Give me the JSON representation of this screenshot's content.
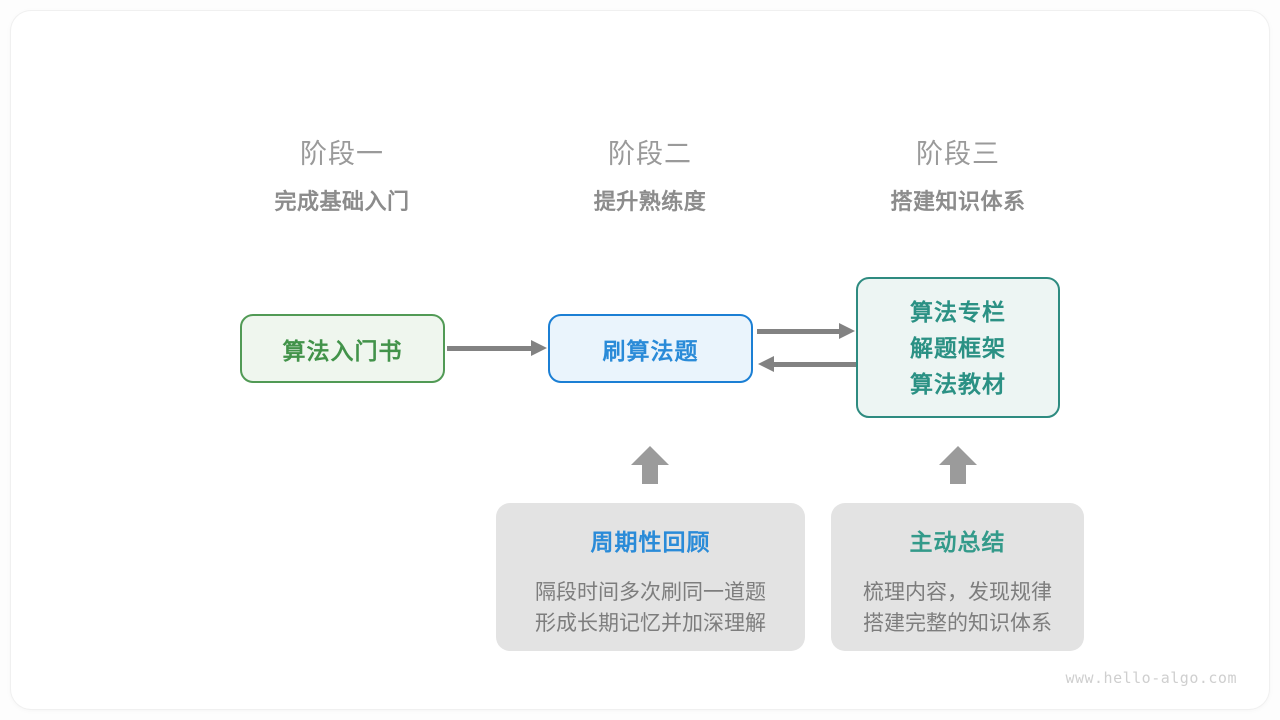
{
  "watermark": "www.hello-algo.com",
  "stages": [
    {
      "name": "阶段一",
      "goal": "完成基础入门"
    },
    {
      "name": "阶段二",
      "goal": "提升熟练度"
    },
    {
      "name": "阶段三",
      "goal": "搭建知识体系"
    }
  ],
  "nodes": {
    "book": {
      "label": "算法入门书",
      "accent": "#42934a",
      "fill": "#eff6ee",
      "border": "#519a55"
    },
    "practice": {
      "label": "刷算法题",
      "accent": "#2a8bd8",
      "fill": "#eaf4fc",
      "border": "#1b7fd4"
    },
    "resources": {
      "lines": [
        "算法专栏",
        "解题框架",
        "算法教材"
      ],
      "accent": "#2b9184",
      "fill": "#edf5f3",
      "border": "#2e8b80"
    }
  },
  "cards": [
    {
      "title": "周期性回顾",
      "title_color": "#2a8bd8",
      "desc_lines": [
        "隔段时间多次刷同一道题",
        "形成长期记忆并加深理解"
      ]
    },
    {
      "title": "主动总结",
      "title_color": "#339a8a",
      "desc_lines": [
        "梳理内容，发现规律",
        "搭建完整的知识体系"
      ]
    }
  ],
  "arrows": {
    "book_to_practice": "arrow-right",
    "practice_to_resources": "arrow-right",
    "resources_to_practice": "arrow-left",
    "review_to_practice": "arrow-up",
    "summary_to_resources": "arrow-up"
  }
}
